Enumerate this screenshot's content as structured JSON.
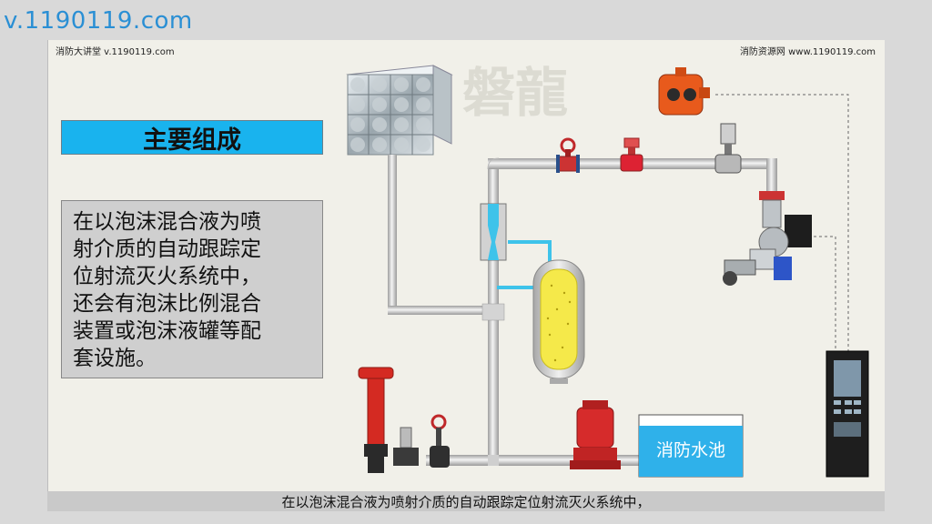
{
  "watermark_top": "v.1190119.com",
  "header": {
    "left": "消防大讲堂 v.1190119.com",
    "right": "消防资源网 www.1190119.com"
  },
  "title": "主要组成",
  "body_lines": [
    "在以泡沫混合液为喷",
    "射介质的自动跟踪定",
    "位射流灭火系统中，",
    "还会有泡沫比例混合",
    "装置或泡沫液罐等配",
    "套设施。"
  ],
  "logo_text": "磐龍",
  "pool_label": "消防水池",
  "subtitle": "在以泡沫混合液为喷射介质的自动跟踪定位射流灭火系统中，",
  "colors": {
    "title_bg": "#19b3ee",
    "pipe": "#c8c8c8",
    "foam_line": "#3ec3ea",
    "tank_fill": "#f5e94a",
    "pool_water": "#2fb1ea",
    "pump": "#d62b2b",
    "detector": "#e85a1c"
  },
  "icons": [
    "water-tank-icon",
    "detector-icon",
    "valve-icon",
    "pump-icon",
    "cannon-icon",
    "control-cabinet-icon",
    "hydrant-icon",
    "foam-tank-icon",
    "proportioner-icon"
  ]
}
